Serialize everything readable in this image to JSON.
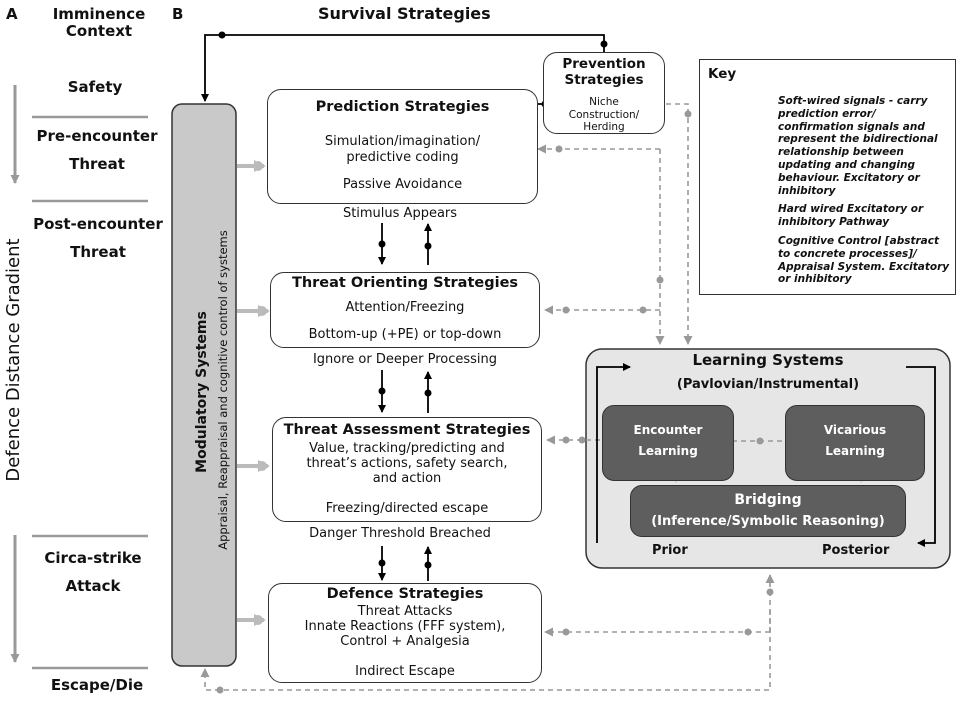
{
  "panel_labels": {
    "a": "A",
    "b": "B"
  },
  "title": "Survival Strategies",
  "left_column": {
    "header_line1": "Imminence",
    "header_line2": "Context",
    "safety": "Safety",
    "pre_encounter_line1": "Pre-encounter",
    "pre_encounter_line2": "Threat",
    "post_encounter_line1": "Post-encounter",
    "post_encounter_line2": "Threat",
    "circa_strike_line1": "Circa-strike",
    "circa_strike_line2": "Attack",
    "escape_die": "Escape/Die",
    "gradient_label": "Defence Distance Gradient"
  },
  "modulatory": {
    "title": "Modulatory Systems",
    "subtitle": "Appraisal, Reappraisal  and  cognitive control of systems"
  },
  "prevention": {
    "title_line1": "Prevention",
    "title_line2": "Strategies",
    "body_line1": "Niche",
    "body_line2": "Construction/",
    "body_line3": "Herding"
  },
  "prediction": {
    "title": "Prediction Strategies",
    "line1": "Simulation/imagination/",
    "line2": "predictive coding",
    "line3": "Passive Avoidance"
  },
  "transitions": {
    "t1": "Stimulus Appears",
    "t2": "Ignore or Deeper Processing",
    "t3": "Danger Threshold Breached"
  },
  "orienting": {
    "title": "Threat Orienting Strategies",
    "line1": "Attention/Freezing",
    "line2": "Bottom-up (+PE) or top-down"
  },
  "assessment": {
    "title": "Threat Assessment Strategies",
    "line1": "Value, tracking/predicting and",
    "line2": "threat’s actions,  safety search,",
    "line3": "and action",
    "line4": "Freezing/directed escape"
  },
  "defence": {
    "title": "Defence Strategies",
    "line1": "Threat  Attacks",
    "line2": "Innate Reactions (FFF system),",
    "line3": "Control + Analgesia",
    "line4": "Indirect Escape"
  },
  "learning": {
    "title": "Learning Systems",
    "subtitle": "(Pavlovian/Instrumental)",
    "encounter_line1": "Encounter",
    "encounter_line2": "Learning",
    "vicarious_line1": "Vicarious",
    "vicarious_line2": "Learning",
    "bridging_title": "Bridging",
    "bridging_sub": "(Inference/Symbolic Reasoning)",
    "prior": "Prior",
    "posterior": "Posterior"
  },
  "key": {
    "title": "Key",
    "item1": "Soft-wired signals - carry prediction error/ confirmation signals and represent the bidirectional relationship between updating and changing behaviour. Excitatory or inhibitory",
    "item2": "Hard wired Excitatory or inhibitory Pathway",
    "item3": "Cognitive Control [abstract to concrete processes]/ Appraisal System. Excitatory or inhibitory"
  },
  "colors": {
    "soft_wired": "#9a9a9a",
    "hard_wired": "#000000",
    "cognitive": "#b9b9b9",
    "modulatory_fill": "#c9c9c9",
    "learning_fill": "#e6e6e6",
    "inner_box_fill": "#5e5e5e"
  }
}
